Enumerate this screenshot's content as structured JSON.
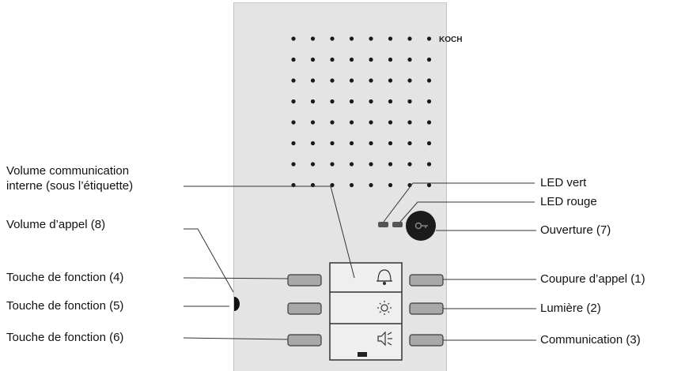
{
  "brand": "KOCH",
  "labels_left": {
    "volume_internal": [
      "Volume communication",
      "interne (sous l’étiquette)"
    ],
    "ring_volume": "Volume d’appel (8)",
    "func_key_4": "Touche de fonction (4)",
    "func_key_5": "Touche de fonction (5)",
    "func_key_6": "Touche de fonction (6)"
  },
  "labels_right": {
    "led_green": "LED vert",
    "led_red": "LED rouge",
    "open": "Ouverture (7)",
    "mute": "Coupure d’appel (1)",
    "light": "Lumière (2)",
    "communication": "Communication (3)"
  },
  "icons": [
    "bell-icon",
    "sun-icon",
    "speaker-icon"
  ],
  "colors": {
    "panel": "#e4e4e4",
    "grille_dot": "#1a1a1a",
    "key": "#a8a8a8",
    "round_button": "#1b1b1b"
  }
}
